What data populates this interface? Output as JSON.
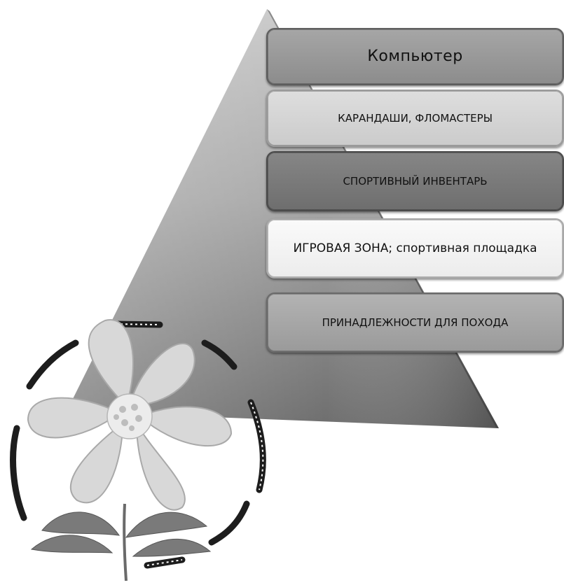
{
  "pyramid": {
    "levels": [
      {
        "label": "Компьютер"
      },
      {
        "label": "КАРАНДАШИ, ФЛОМАСТЕРЫ"
      },
      {
        "label": "СПОРТИВНЫЙ ИНВЕНТАРЬ"
      },
      {
        "label": "ИГРОВАЯ ЗОНА; спортивная площадка"
      },
      {
        "label": "ПРИНАДЛЕЖНОСТИ ДЛЯ ПОХОДА"
      }
    ]
  },
  "decoration": {
    "emblem_icon": "flower-wreath-icon"
  }
}
